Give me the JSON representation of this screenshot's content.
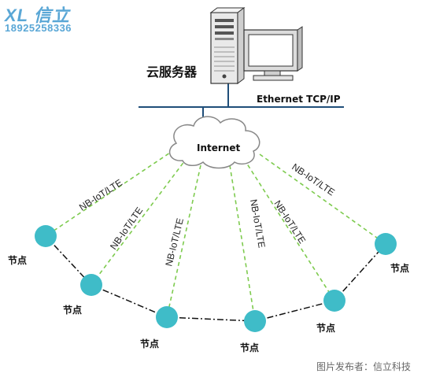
{
  "watermark": {
    "logo_text": "XL 信立",
    "phone": "18925258336"
  },
  "server": {
    "label": "云服务器",
    "icon": "server-computer-icon"
  },
  "backbone": {
    "label": "Ethernet TCP/IP"
  },
  "cloud": {
    "label": "Internet",
    "icon": "cloud-icon"
  },
  "links": [
    {
      "label": "NB-IoT/LTE"
    },
    {
      "label": "NB-IoT/LTE"
    },
    {
      "label": "NB-IoT/LTE"
    },
    {
      "label": "NB-IoT/LTE"
    },
    {
      "label": "NB-IoT/LTE"
    },
    {
      "label": "NB-IoT/LTE"
    }
  ],
  "nodes": [
    {
      "label": "节点"
    },
    {
      "label": "节点"
    },
    {
      "label": "节点"
    },
    {
      "label": "节点"
    },
    {
      "label": "节点"
    },
    {
      "label": "节点"
    }
  ],
  "credit": "图片发布者：信立科技",
  "colors": {
    "node_fill": "#3fbcc8",
    "wireless_link": "#7ecb4f",
    "backbone": "#1f4e79",
    "cloud_stroke": "#888888"
  }
}
